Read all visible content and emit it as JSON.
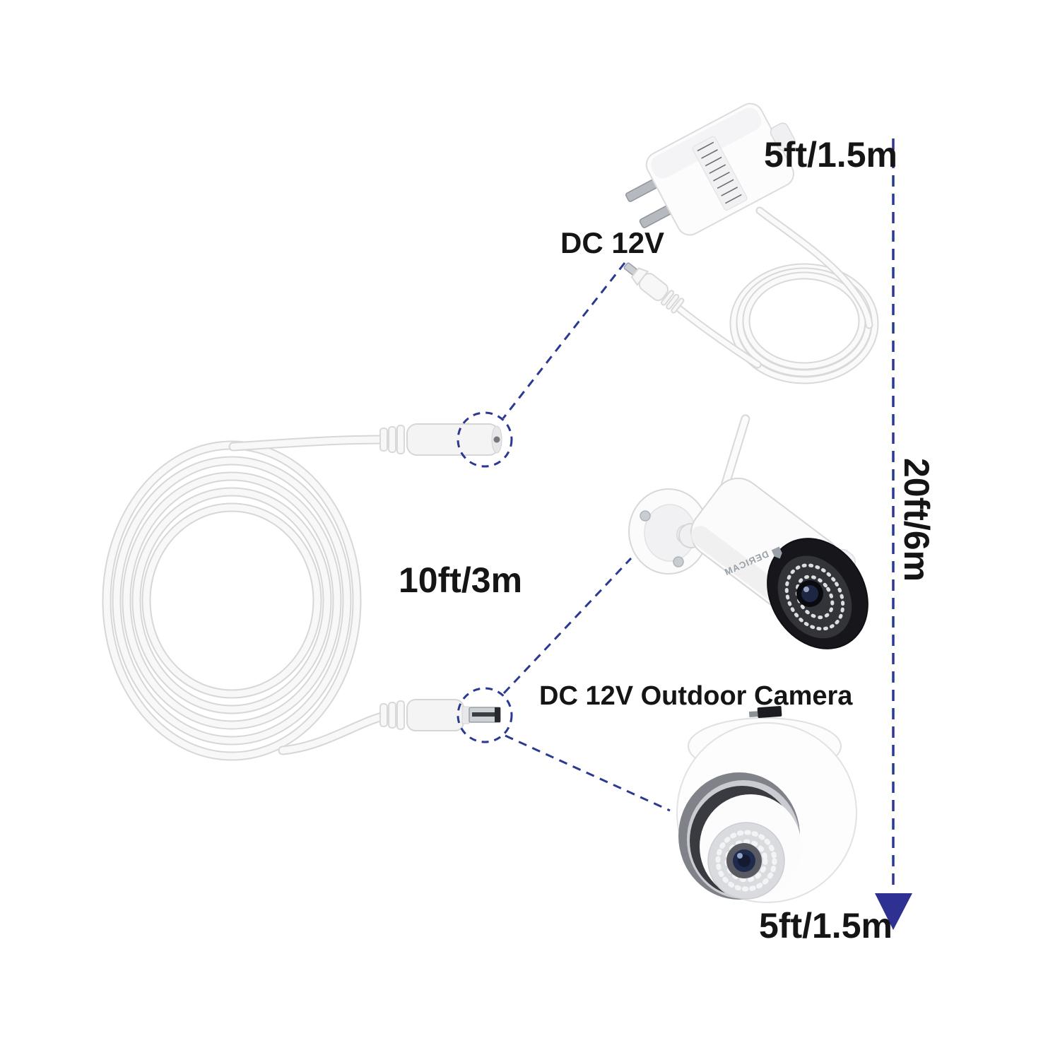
{
  "page": {
    "type": "product-connection-diagram",
    "background": "#ffffff"
  },
  "colors": {
    "dashed_line": "#2b3990",
    "arrow_fill": "#2e3192",
    "label_text": "#151515",
    "background": "#ffffff"
  },
  "labels": {
    "adapter_cable_length": "5ft/1.5m",
    "dc_plug": "DC 12V",
    "extension_cable_length": "10ft/3m",
    "camera_input": "DC 12V Outdoor Camera",
    "total_length": "20ft/6m",
    "camera_pigtail_length": "5ft/1.5m"
  },
  "brand": "DERICAM",
  "illustration": {
    "items": [
      "power-adapter-with-us-plug",
      "adapter-dc-plug",
      "extension-cable-coil",
      "extension-cable-female-connector",
      "extension-cable-male-connector",
      "bullet-wifi-camera",
      "dome-camera",
      "total-length-measurement-arrow"
    ]
  }
}
